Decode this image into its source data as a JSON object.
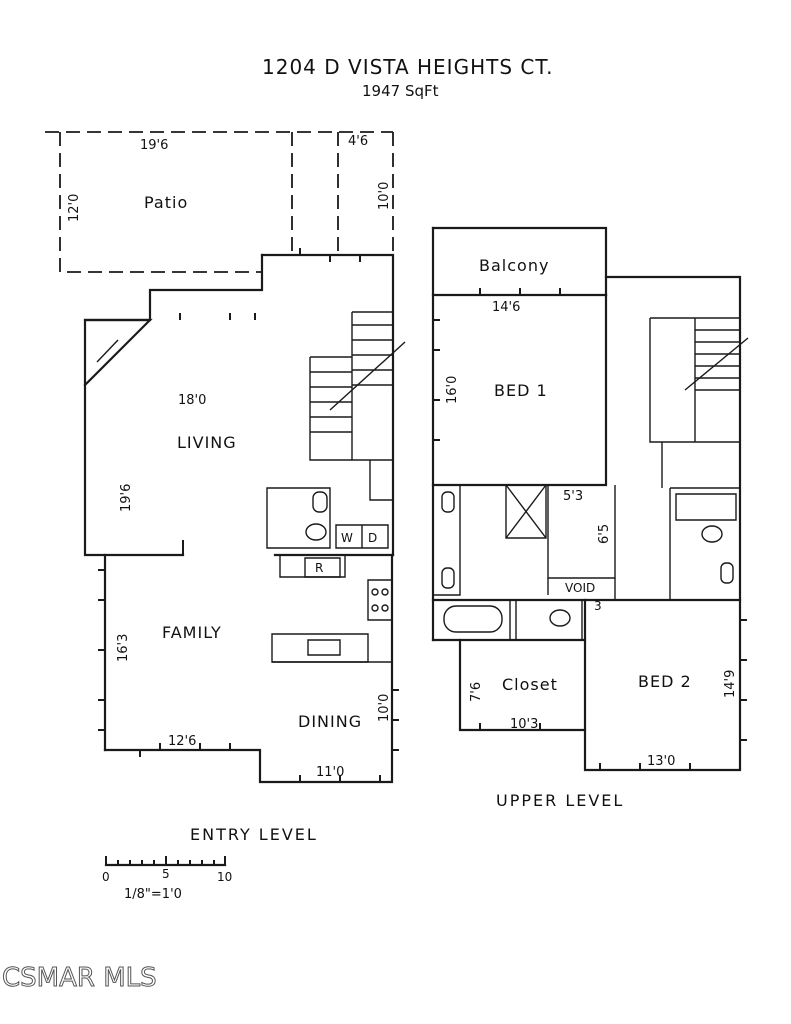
{
  "header": {
    "title": "1204 D   VISTA HEIGHTS CT.",
    "area": "1947 SqFt"
  },
  "entry_level": {
    "label": "ENTRY LEVEL",
    "rooms": {
      "patio": "Patio",
      "living": "LIVING",
      "family": "FAMILY",
      "dining": "DINING"
    },
    "dims": {
      "patio_width": "19'6",
      "side_width": "4'6",
      "patio_depth": "12'0",
      "side_depth": "10'0",
      "living_width": "18'0",
      "living_depth": "19'6",
      "family_depth": "16'3",
      "family_width": "12'6",
      "dining_width": "11'0",
      "dining_depth": "10'0"
    },
    "fixtures": {
      "washer": "W",
      "dryer": "D",
      "refrigerator": "R"
    }
  },
  "upper_level": {
    "label": "UPPER LEVEL",
    "rooms": {
      "balcony": "Balcony",
      "bed1": "BED 1",
      "closet": "Closet",
      "bed2": "BED 2",
      "void": "VOID"
    },
    "dims": {
      "bed1_width": "14'6",
      "bed1_depth": "16'0",
      "bath_width": "5'3",
      "bath_depth": "6'5",
      "bath2_num": "3",
      "closet_depth": "7'6",
      "closet_width": "10'3",
      "bed2_depth": "14'9",
      "bed2_width": "13'0"
    }
  },
  "scale": {
    "ticks": [
      "0",
      "5",
      "10"
    ],
    "ratio": "1/8\"=1'0"
  },
  "watermark": "CSMAR MLS"
}
